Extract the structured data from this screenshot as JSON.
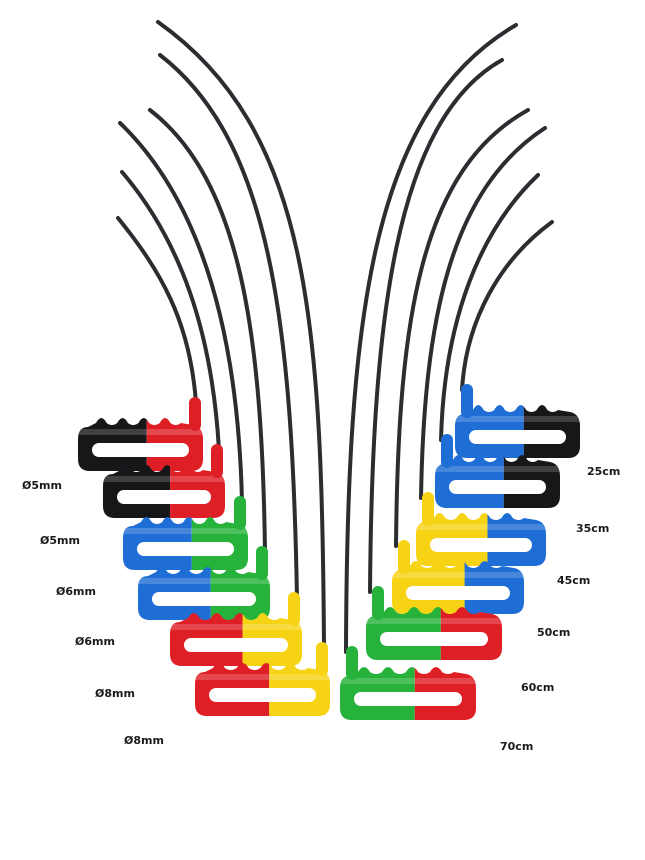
{
  "diameter_labels": [
    "Ø5mm",
    "Ø5mm",
    "Ø6mm",
    "Ø6mm",
    "Ø8mm",
    "Ø8mm"
  ],
  "length_labels": [
    "25cm",
    "35cm",
    "45cm",
    "50cm",
    "60cm",
    "70cm"
  ],
  "colors": {
    "rod": "#2b2d31",
    "black": "#17171a",
    "red": "#df1f26",
    "blue": "#1f6ed6",
    "green": "#27b23b",
    "yellow": "#f7d316"
  },
  "left_handles": [
    {
      "label_index": 0,
      "left_color": "black",
      "right_color": "red"
    },
    {
      "label_index": 1,
      "left_color": "black",
      "right_color": "red"
    },
    {
      "label_index": 2,
      "left_color": "blue",
      "right_color": "green"
    },
    {
      "label_index": 3,
      "left_color": "blue",
      "right_color": "green"
    },
    {
      "label_index": 4,
      "left_color": "red",
      "right_color": "yellow"
    },
    {
      "label_index": 5,
      "left_color": "red",
      "right_color": "yellow"
    }
  ],
  "right_handles": [
    {
      "label_index": 0,
      "left_color": "blue",
      "right_color": "black"
    },
    {
      "label_index": 1,
      "left_color": "blue",
      "right_color": "black"
    },
    {
      "label_index": 2,
      "left_color": "yellow",
      "right_color": "blue"
    },
    {
      "label_index": 3,
      "left_color": "yellow",
      "right_color": "blue"
    },
    {
      "label_index": 4,
      "left_color": "green",
      "right_color": "red"
    },
    {
      "label_index": 5,
      "left_color": "green",
      "right_color": "red"
    }
  ]
}
